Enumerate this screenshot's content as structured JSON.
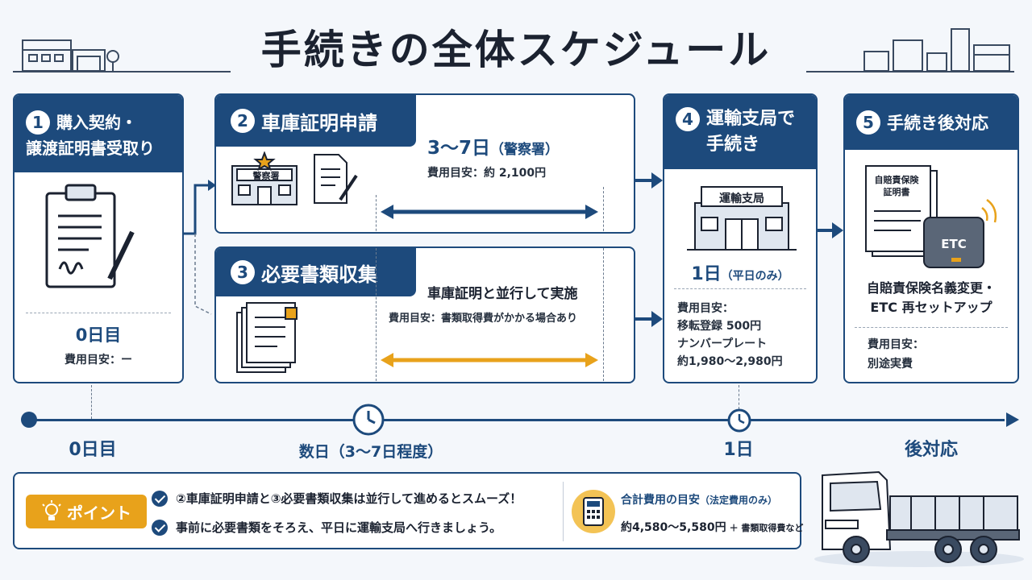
{
  "title": "手続きの全体スケジュール",
  "steps": [
    {
      "num": "1",
      "title_line1": "購入契約・",
      "title_line2": "譲渡証明書受取り",
      "day": "0日目",
      "cost": "費用目安：ー"
    },
    {
      "num": "2",
      "title": "車庫証明申請",
      "building_label": "警察署",
      "duration": "3～7日",
      "duration_note": "（警察署）",
      "cost": "費用目安：約 2,100円"
    },
    {
      "num": "3",
      "title": "必要書類収集",
      "note": "車庫証明と並行して実施",
      "cost": "費用目安：書類取得費がかかる場合あり"
    },
    {
      "num": "4",
      "title_line1": "運輸支局で",
      "title_line2": "手続き",
      "building_label": "運輸支局",
      "duration": "1日",
      "duration_note": "（平日のみ）",
      "cost_label": "費用目安：",
      "cost_line1": "移転登録 500円",
      "cost_line2": "ナンバープレート",
      "cost_line3": "約1,980～2,980円"
    },
    {
      "num": "5",
      "title": "手続き後対応",
      "doc_line1": "自賠責保険",
      "doc_line2": "証明書",
      "etc_label": "ETC",
      "desc_line1": "自賠責保険名義変更・",
      "desc_line2": "ETC 再セットアップ",
      "cost_label": "費用目安：",
      "cost_value": "別途実費"
    }
  ],
  "timeline": {
    "labels": [
      "0日目",
      "数日（3～7日程度）",
      "1日",
      "後対応"
    ]
  },
  "point": {
    "badge": "ポイント",
    "items": [
      "②車庫証明申請と③必要書類収集は並行して進めるとスムーズ！",
      "事前に必要書類をそろえ、平日に運輸支局へ行きましょう。"
    ],
    "total_title": "合計費用の目安",
    "total_title_note": "（法定費用のみ）",
    "total_value": "約4,580～5,580円",
    "total_value_note": "＋ 書類取得費など"
  },
  "colors": {
    "navy": "#1d4a7c",
    "orange": "#e8a21b",
    "background": "#f4f7fb"
  }
}
